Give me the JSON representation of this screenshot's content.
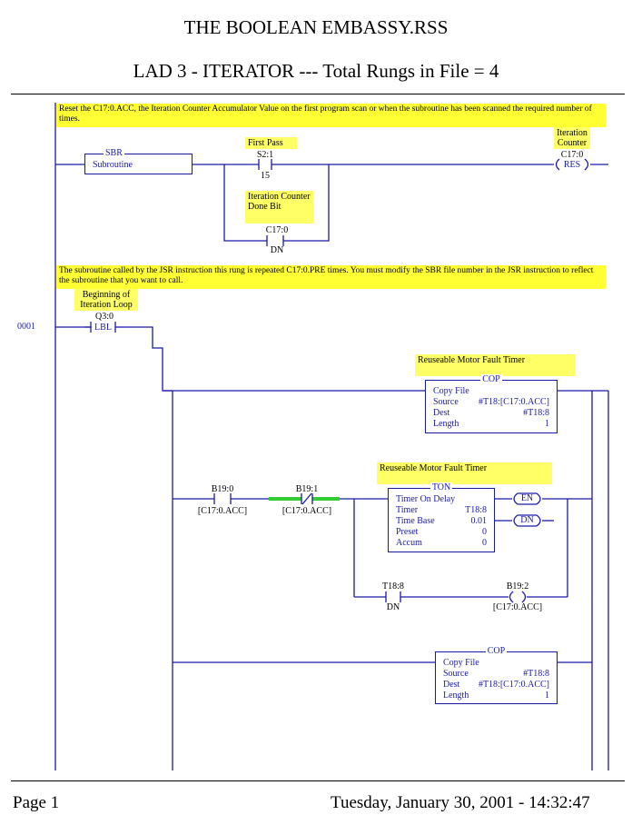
{
  "header": {
    "title": "THE BOOLEAN EMBASSY.RSS",
    "subtitle": "LAD 3 - ITERATOR --- Total Rungs in File = 4"
  },
  "rung0": {
    "comment": "Reset the C17:0.ACC, the Iteration Counter Accumulator Value on the first program scan or when the subroutine has been scanned the required number of times.",
    "sbr": {
      "title": "SBR",
      "label": "Subroutine"
    },
    "first_pass": {
      "desc": "First Pass",
      "address": "S2:1",
      "bit": "15"
    },
    "counter_done": {
      "desc": "Iteration Counter Done Bit",
      "address": "C17:0",
      "bit": "DN"
    },
    "iteration_counter": {
      "desc": "Iteration Counter",
      "address": "C17:0",
      "instr": "RES"
    }
  },
  "rung1": {
    "number": "0001",
    "comment": "The subroutine called by the JSR instruction this rung is repeated C17:0.PRE times.  You must modify the SBR file number in the JSR instruction to reflect the subroutine that you want to call.",
    "label_desc": "Beginning of Iteration Loop",
    "label_address": "Q3:0",
    "label_instr": "LBL",
    "cop1": {
      "desc": "Reuseable Motor Fault Timer",
      "title": "COP",
      "name": "Copy File",
      "source_label": "Source",
      "source_value": "#T18:[C17:0.ACC]",
      "dest_label": "Dest",
      "dest_value": "#T18:8",
      "length_label": "Length",
      "length_value": "1"
    },
    "xic_b19_0": {
      "address": "B19:0",
      "param": "[C17:0.ACC]"
    },
    "xio_b19_1": {
      "address": "B19:1",
      "param": "[C17:0.ACC]"
    },
    "ton": {
      "desc": "Reuseable Motor Fault Timer",
      "title": "TON",
      "name": "Timer On Delay",
      "timer_label": "Timer",
      "timer_value": "T18:8",
      "base_label": "Time Base",
      "base_value": "0.01",
      "preset_label": "Preset",
      "preset_value": "0",
      "accum_label": "Accum",
      "accum_value": "0",
      "en": "EN",
      "dn": "DN"
    },
    "xic_t18_8": {
      "address": "T18:8",
      "bit": "DN"
    },
    "ote_b19_2": {
      "address": "B19:2",
      "param": "[C17:0.ACC]"
    },
    "cop2": {
      "title": "COP",
      "name": "Copy File",
      "source_label": "Source",
      "source_value": "#T18:8",
      "dest_label": "Dest",
      "dest_value": "#T18:[C17:0.ACC]",
      "length_label": "Length",
      "length_value": "1"
    }
  },
  "footer": {
    "page": "Page 1",
    "date": "Tuesday, January 30, 2001 - 14:32:47"
  },
  "colors": {
    "instruction_blue": "#1a1aa8",
    "comment_yellow": "#ffff33",
    "highlight_green": "#33cc33"
  }
}
